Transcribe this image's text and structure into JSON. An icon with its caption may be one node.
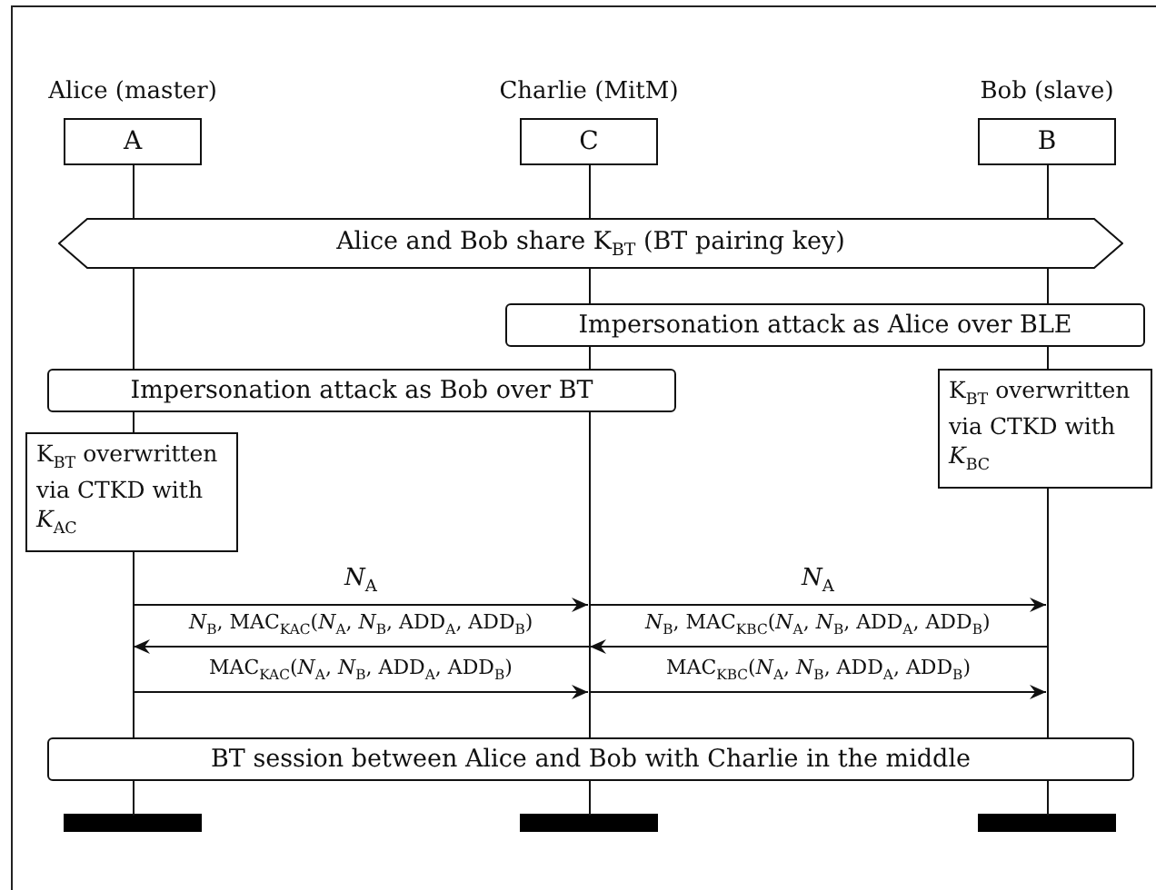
{
  "diagram": {
    "nodes": [
      {
        "text": [
          "Alice (master)",
          "A"
        ]
      },
      {
        "text": [
          "Charlie (MitM)",
          "C"
        ]
      },
      {
        "text": [
          "Bob (slave)",
          "B"
        ]
      },
      {
        "text": [
          "Alice and Bob share K$_{BT}$ (BT pairing key)"
        ]
      },
      {
        "text": [
          "Impersonation attack as Alice over BLE"
        ]
      },
      {
        "text": [
          "Impersonation attack as Bob over BT"
        ]
      },
      {
        "text": [
          "K$_{BT}$ overwritten via CTKD with *K*$_{BC}$"
        ]
      },
      {
        "text": [
          "K$_{BT}$ overwritten via CTKD with *K*$_{AC}$"
        ]
      },
      {
        "text": [
          "BT session between Alice and Bob with Charlie in the middle"
        ]
      }
    ],
    "edges": [
      {
        "from": 0,
        "to": 1,
        "arrow": "to",
        "label": "*N*$_{A}$"
      },
      {
        "from": 1,
        "to": 2,
        "arrow": "to",
        "label": "*N*$_{A}$"
      },
      {
        "from": 1,
        "to": 0,
        "arrow": "to",
        "label": "*N*$_{B}$, MAC$_{KAC}$(*N*$_{A}$, *N*$_{B}$, ADD$_{A}$, ADD$_{B}$)"
      },
      {
        "from": 2,
        "to": 1,
        "arrow": "to",
        "label": "*N*$_{B}$, MAC$_{KBC}$(*N*$_{A}$, *N*$_{B}$, ADD$_{A}$, ADD$_{B}$)"
      },
      {
        "from": 0,
        "to": 1,
        "arrow": "to",
        "label": "MAC$_{KAC}$(*N*$_{A}$, *N*$_{B}$, ADD$_{A}$, ADD$_{B}$)"
      },
      {
        "from": 1,
        "to": 2,
        "arrow": "to",
        "label": "MAC$_{KBC}$(*N*$_{A}$, *N*$_{B}$, ADD$_{A}$, ADD$_{B}$)"
      }
    ]
  }
}
